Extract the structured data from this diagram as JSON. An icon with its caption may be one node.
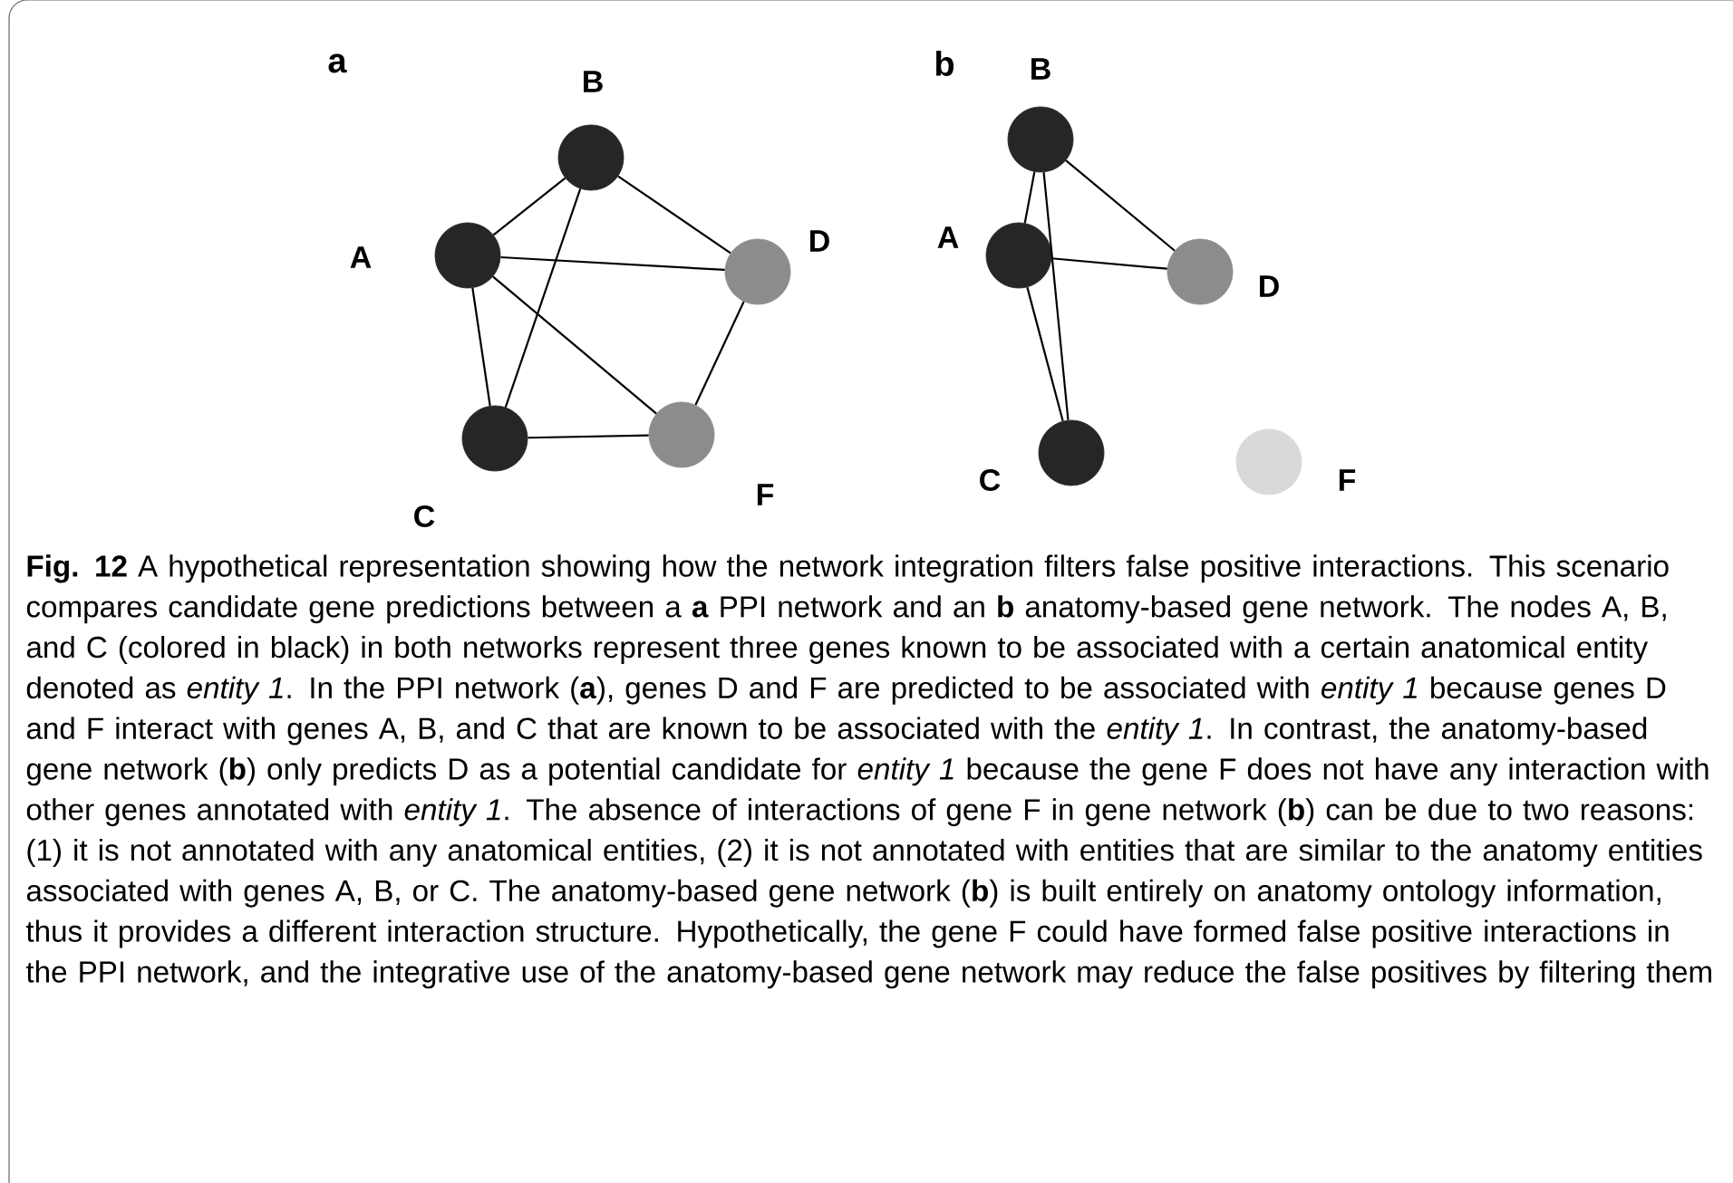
{
  "diagram": {
    "caption": "**Fig. 12**  A hypothetical representation showing how the network integration filters false positive interactions. This scenario compares candidate gene predictions between a **a** PPI network and an **b** anatomy-based gene network. The nodes A, B, and C (colored in black) in both networks represent three genes known to be associated with a certain anatomical entity denoted as *entity 1*. In the PPI network (**a**), genes D and F are predicted to be associated with *entity 1* because genes D and F interact with genes A, B, and C that are known to be associated with the *entity 1*. In contrast, the anatomy-based gene network (**b**) only predicts D as a potential candidate for *entity 1* because the gene F does not have any interaction with other genes annotated with *entity 1*. The absence of interactions of gene F in gene network (**b**) can be due to two reasons: (1) it is not annotated with any anatomical entities, (2) it is not annotated with entities that are similar to the anatomy entities associated with genes A, B, or C. The anatomy-based gene network (**b**) is built entirely on anatomy ontology information, thus it provides a different interaction structure. Hypothetically, the gene F could have formed false positive interactions in the PPI network, and the integrative use of the anatomy-based gene network may reduce the false positives by filtering them",
    "nodes": [
      {
        "text": [],
        "shape": "circle",
        "beside": [
          "A"
        ]
      },
      {
        "text": [],
        "shape": "circle",
        "beside": [
          "B"
        ]
      },
      {
        "text": [],
        "shape": "circle",
        "beside": [
          "C"
        ]
      },
      {
        "text": [],
        "shape": "circle",
        "beside": [
          "D"
        ]
      },
      {
        "text": [],
        "shape": "circle",
        "beside": [
          "F"
        ]
      },
      {
        "text": [],
        "shape": "circle",
        "beside": [
          "A"
        ]
      },
      {
        "text": [],
        "shape": "circle",
        "beside": [
          "B"
        ]
      },
      {
        "text": [],
        "shape": "circle",
        "beside": [
          "C"
        ]
      },
      {
        "text": [],
        "shape": "circle",
        "beside": [
          "D"
        ]
      },
      {
        "text": [],
        "shape": "circle",
        "beside": [
          "F"
        ]
      }
    ],
    "edges": [
      {
        "from": 0,
        "to": 1,
        "arrow": "none"
      },
      {
        "from": 0,
        "to": 3,
        "arrow": "none"
      },
      {
        "from": 0,
        "to": 2,
        "arrow": "none"
      },
      {
        "from": 0,
        "to": 4,
        "arrow": "none"
      },
      {
        "from": 1,
        "to": 2,
        "arrow": "none"
      },
      {
        "from": 1,
        "to": 3,
        "arrow": "none"
      },
      {
        "from": 3,
        "to": 4,
        "arrow": "none"
      },
      {
        "from": 2,
        "to": 4,
        "arrow": "none"
      },
      {
        "from": 5,
        "to": 6,
        "arrow": "none"
      },
      {
        "from": 5,
        "to": 8,
        "arrow": "none"
      },
      {
        "from": 5,
        "to": 7,
        "arrow": "none"
      },
      {
        "from": 6,
        "to": 7,
        "arrow": "none"
      },
      {
        "from": 6,
        "to": 8,
        "arrow": "none"
      }
    ],
    "labels": [
      "a",
      "b"
    ]
  }
}
